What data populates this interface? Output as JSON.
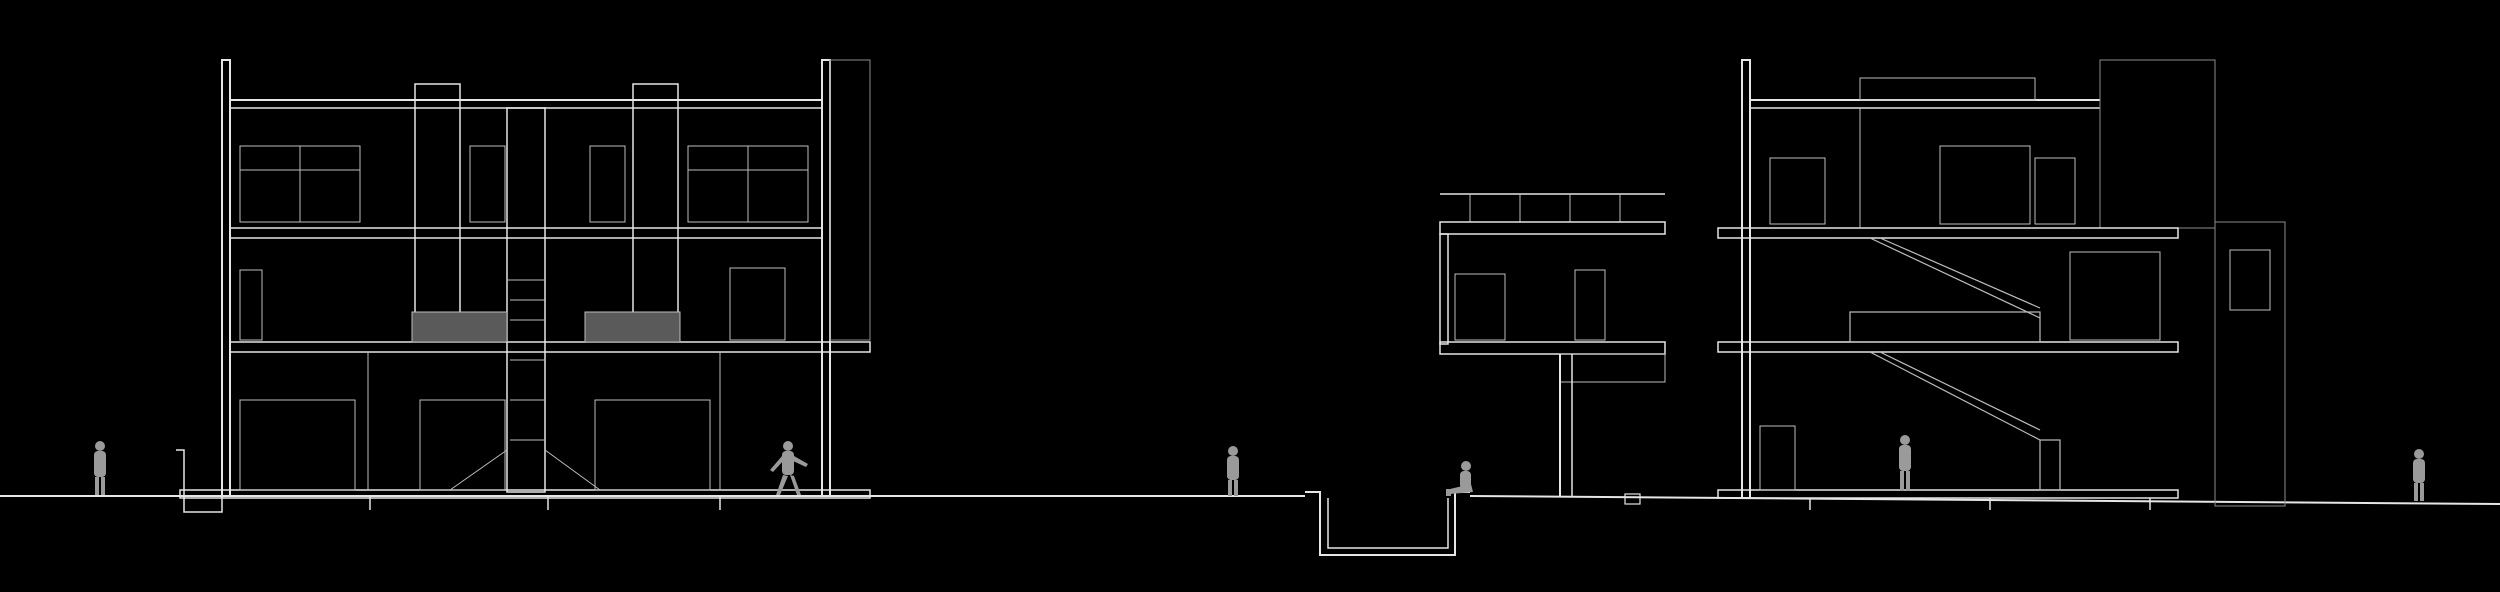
{
  "drawing": {
    "type": "architectural-section",
    "background": "#000000",
    "line_color": "#e6e6e6",
    "figure_color": "#9a9a9a",
    "sections": [
      {
        "name": "left-building-section",
        "floors": 3
      },
      {
        "name": "middle-pavilion-section",
        "floors": 2
      },
      {
        "name": "right-building-section",
        "floors": 3
      }
    ],
    "people": [
      "person-standing",
      "person-walking",
      "person-standing",
      "person-sitting",
      "person-standing",
      "person-standing"
    ]
  }
}
